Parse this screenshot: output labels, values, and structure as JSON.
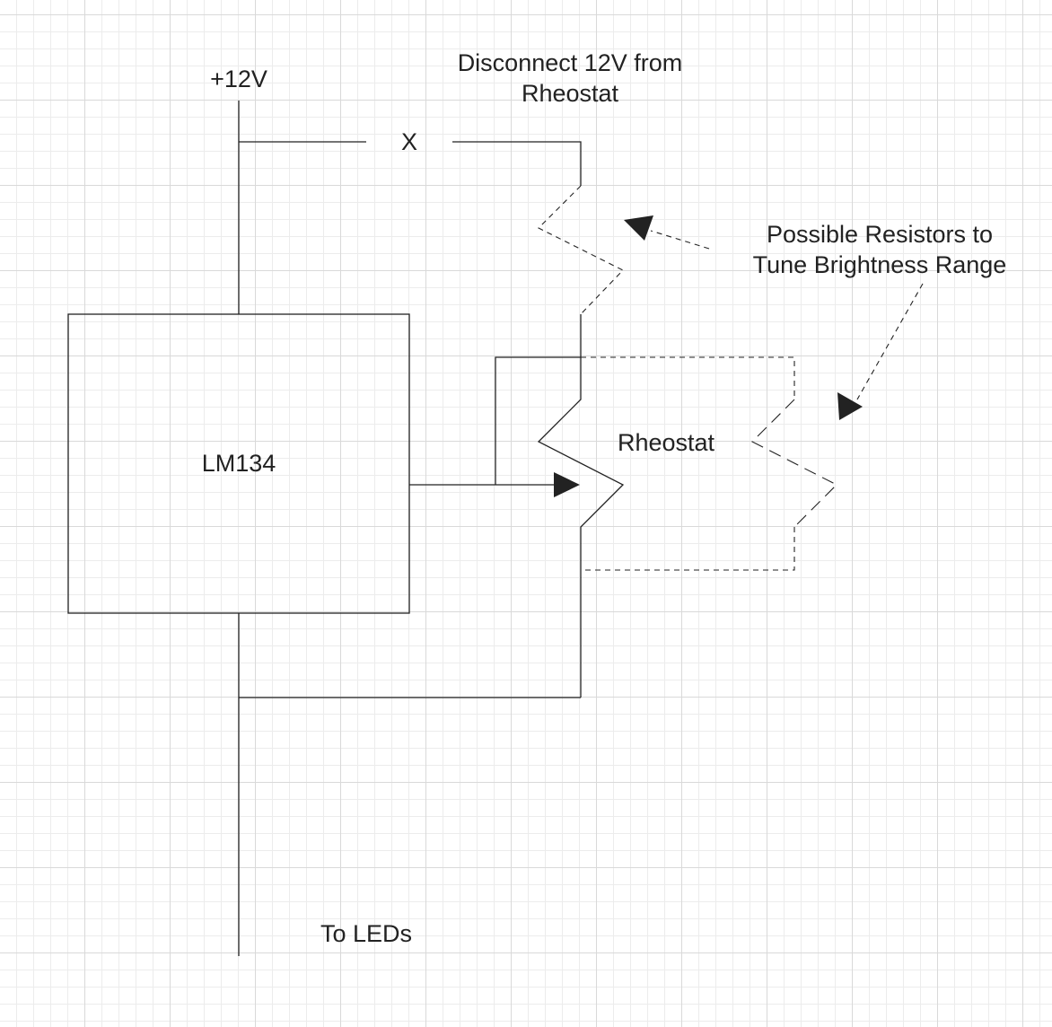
{
  "labels": {
    "supply": "+12V",
    "break_mark": "X",
    "disconnect_note_line1": "Disconnect 12V from",
    "disconnect_note_line2": "Rheostat",
    "chip": "LM134",
    "rheostat": "Rheostat",
    "resistors_note_line1": "Possible Resistors to",
    "resistors_note_line2": "Tune Brightness Range",
    "output": "To LEDs"
  },
  "colors": {
    "wire": "#222222",
    "grid_major": "#d9d9d9",
    "grid_minor": "#ececec",
    "background": "#ffffff"
  }
}
